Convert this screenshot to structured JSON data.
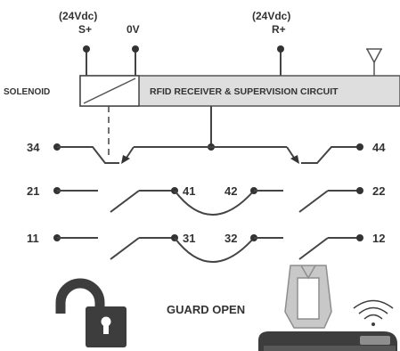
{
  "supply": {
    "s_plus_voltage": "(24Vdc)",
    "s_plus": "S+",
    "zero_v": "0V",
    "r_plus_voltage": "(24Vdc)",
    "r_plus": "R+"
  },
  "blocks": {
    "solenoid": "SOLENOID",
    "receiver": "RFID RECEIVER & SUPERVISION CIRCUIT"
  },
  "terminals": {
    "t34": "34",
    "t44": "44",
    "t21": "21",
    "t41": "41",
    "t42": "42",
    "t22": "22",
    "t11": "11",
    "t31": "31",
    "t32": "32",
    "t12": "12"
  },
  "status": {
    "text": "GUARD OPEN"
  },
  "icons": {
    "lock": "unlocked-padlock-icon",
    "antenna": "antenna-icon",
    "actuator": "rfid-actuator-icon",
    "wireless": "wireless-signal-icon"
  },
  "colors": {
    "line": "#444444",
    "block_fill": "#dedede",
    "icon_dark": "#3d3d3d",
    "icon_mid": "#8e8e8e",
    "icon_light": "#c8c8c8"
  }
}
